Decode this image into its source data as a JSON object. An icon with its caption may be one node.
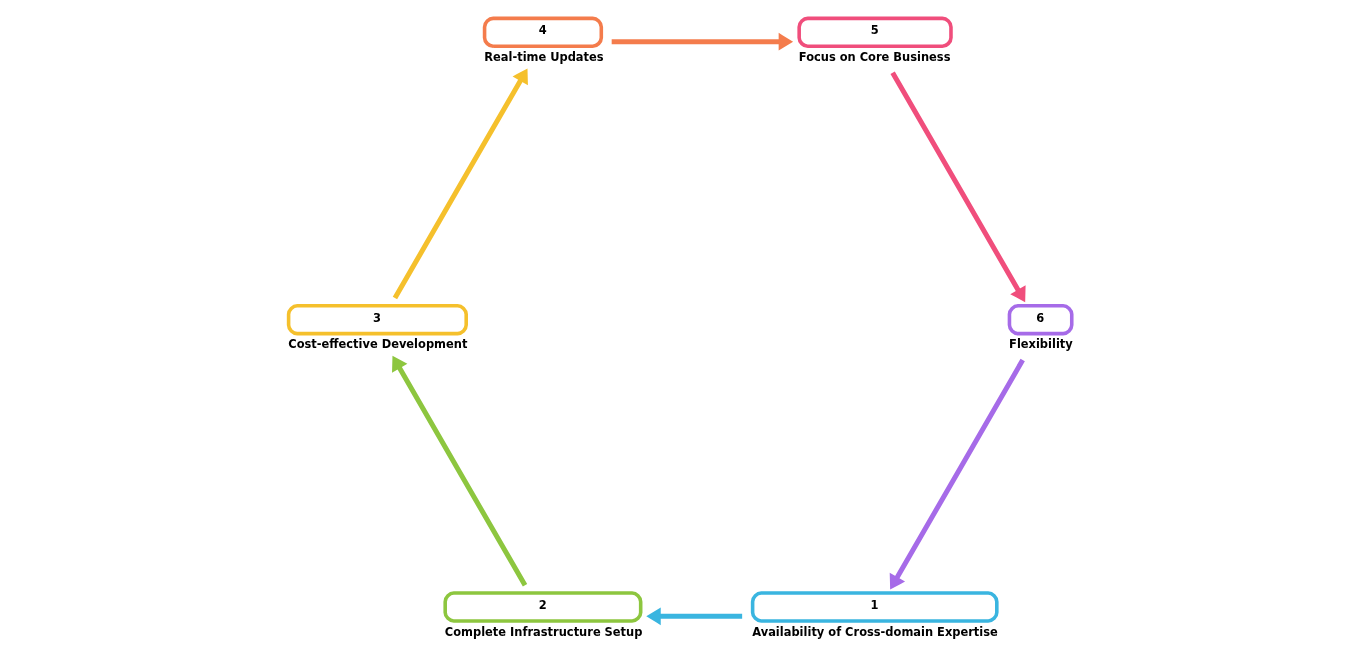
{
  "diagram": {
    "nodes": [
      {
        "text": [
          "1"
        ],
        "beside": [
          "Availability of Cross-domain Expertise"
        ]
      },
      {
        "text": [
          "2"
        ],
        "beside": [
          "Complete Infrastructure Setup"
        ]
      },
      {
        "text": [
          "3"
        ],
        "beside": [
          "Cost-effective Development"
        ]
      },
      {
        "text": [
          "4"
        ],
        "beside": [
          "Real-time Updates"
        ]
      },
      {
        "text": [
          "5"
        ],
        "beside": [
          "Focus on Core Business"
        ]
      },
      {
        "text": [
          "6"
        ],
        "beside": [
          "Flexibility"
        ]
      }
    ],
    "edges": [
      {
        "from": 0,
        "to": 1,
        "arrow": "to",
        "color": "#3ab5e0"
      },
      {
        "from": 1,
        "to": 2,
        "arrow": "to",
        "color": "#8dc63f"
      },
      {
        "from": 2,
        "to": 3,
        "arrow": "to",
        "color": "#f5c02c"
      },
      {
        "from": 3,
        "to": 4,
        "arrow": "to",
        "color": "#f47c4c"
      },
      {
        "from": 4,
        "to": 5,
        "arrow": "to",
        "color": "#f04e7c"
      },
      {
        "from": 5,
        "to": 0,
        "arrow": "to",
        "color": "#a66be8"
      }
    ]
  }
}
